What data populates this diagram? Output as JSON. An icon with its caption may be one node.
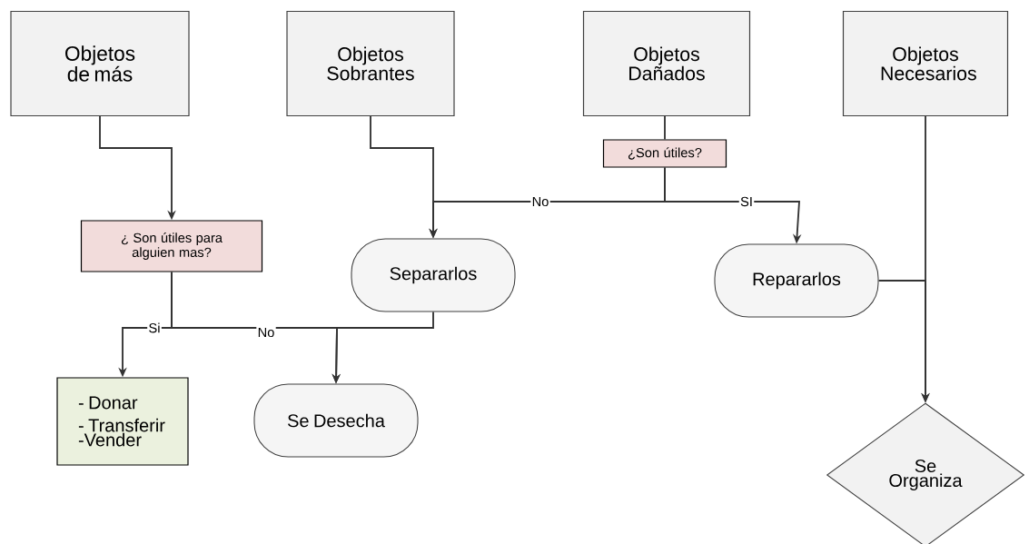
{
  "diagram": {
    "nodes": [
      {
        "text": [
          "Objetos de más"
        ]
      },
      {
        "text": [
          "Objetos Sobrantes"
        ]
      },
      {
        "text": [
          "Objetos Dañados"
        ]
      },
      {
        "text": [
          "Objetos Necesarios"
        ]
      },
      {
        "text": [
          "¿ Son útiles para alguien mas?"
        ]
      },
      {
        "text": [
          "¿Son útiles?"
        ]
      },
      {
        "text": [
          "Separarlos"
        ]
      },
      {
        "text": [
          "Repararlos"
        ]
      },
      {
        "text": [
          "- Donar",
          "- Transferir",
          "-Vender"
        ]
      },
      {
        "text": [
          "Se Desecha"
        ]
      },
      {
        "text": [
          "Se Organiza"
        ]
      }
    ],
    "edges": [
      {
        "from": 0,
        "to": 4,
        "arrow": "to"
      },
      {
        "from": 1,
        "to": 6,
        "arrow": "to"
      },
      {
        "from": 2,
        "to": 5,
        "arrow": "none"
      },
      {
        "from": 5,
        "to": 6,
        "arrow": "to",
        "label": "No"
      },
      {
        "from": 5,
        "to": 7,
        "arrow": "to",
        "label": "SI"
      },
      {
        "from": 4,
        "to": 8,
        "arrow": "to",
        "label": "Si"
      },
      {
        "from": 4,
        "to": 9,
        "arrow": "to",
        "label": "No"
      },
      {
        "from": 6,
        "to": 9,
        "arrow": "to"
      },
      {
        "from": 3,
        "to": 10,
        "arrow": "to"
      },
      {
        "from": 7,
        "to": 10,
        "arrow": "to"
      }
    ]
  }
}
